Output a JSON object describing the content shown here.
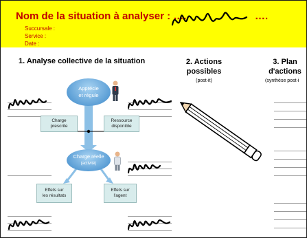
{
  "header": {
    "title": "Nom de la situation à analyser : ….",
    "title_end": "….",
    "fields": [
      "Succursale :",
      "Service :",
      "Date :"
    ],
    "background": "#ffff00",
    "title_color": "#c00000"
  },
  "section1": {
    "title": "1. Analyse collective de la situation"
  },
  "section2": {
    "title_line1": "2. Actions",
    "title_line2": "possibles",
    "note": "(post-it)"
  },
  "section3": {
    "title_line1": "3. Plan",
    "title_line2": "d'actions",
    "note": "(synthèse post-i"
  },
  "diagram": {
    "top": {
      "line1": "Apprécie",
      "line2": "et régule"
    },
    "left_box": {
      "line1": "Charge",
      "line2": "prescrite"
    },
    "right_box": {
      "line1": "Ressource",
      "line2": "disponible"
    },
    "middle": {
      "line1": "Charge réelle",
      "line2": "(activité)"
    },
    "bottom_left": {
      "line1": "Effets sur",
      "line2": "les résultats"
    },
    "bottom_right": {
      "line1": "Effets sur",
      "line2": "l'agent"
    },
    "accent": "#5c9fd6",
    "box_fill": "#d8ecec"
  },
  "icons": [
    "scribble-icon",
    "person-icon",
    "pencil-icon"
  ]
}
